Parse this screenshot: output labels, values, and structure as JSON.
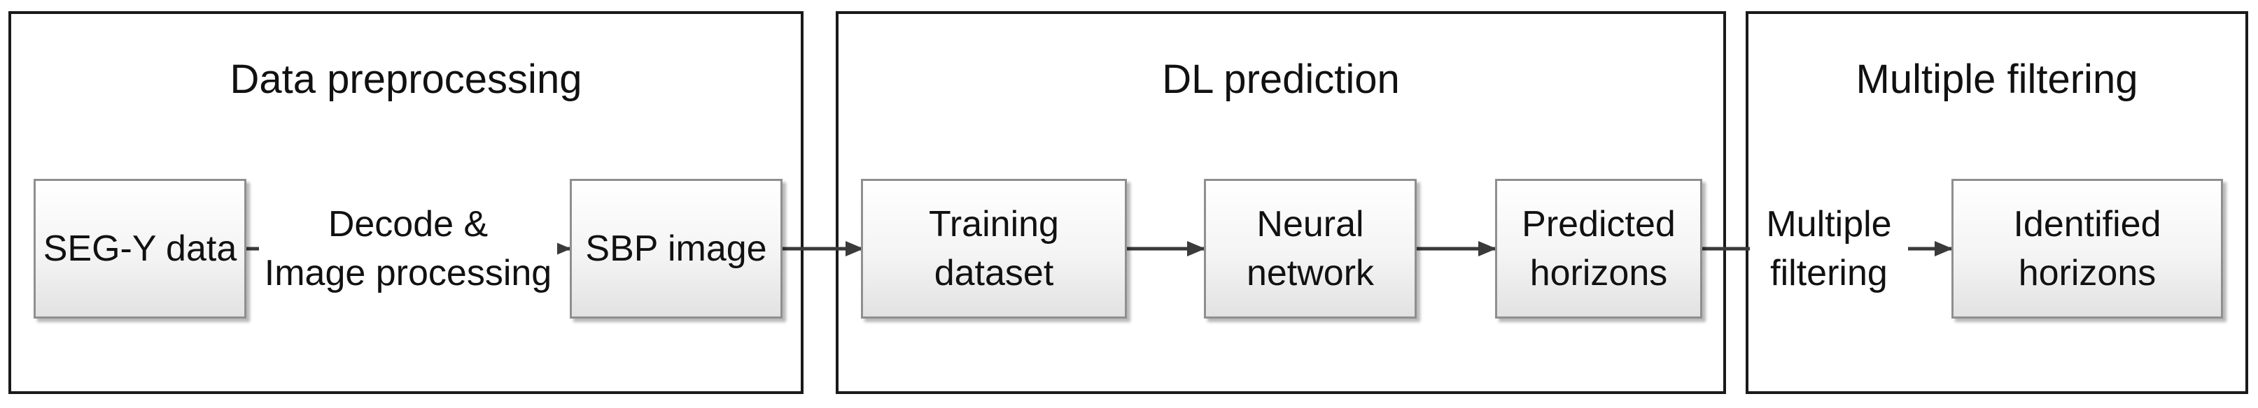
{
  "panels": {
    "preprocessing": "Data preprocessing",
    "prediction": "DL prediction",
    "filtering": "Multiple filtering"
  },
  "nodes": {
    "segy": "SEG-Y data",
    "sbp": "SBP image",
    "training": "Training\ndataset",
    "neural": "Neural\nnetwork",
    "predicted": "Predicted\nhorizons",
    "identified": "Identified\nhorizons"
  },
  "edges": {
    "decode": "Decode &\nImage processing",
    "filter": "Multiple\nfiltering"
  }
}
